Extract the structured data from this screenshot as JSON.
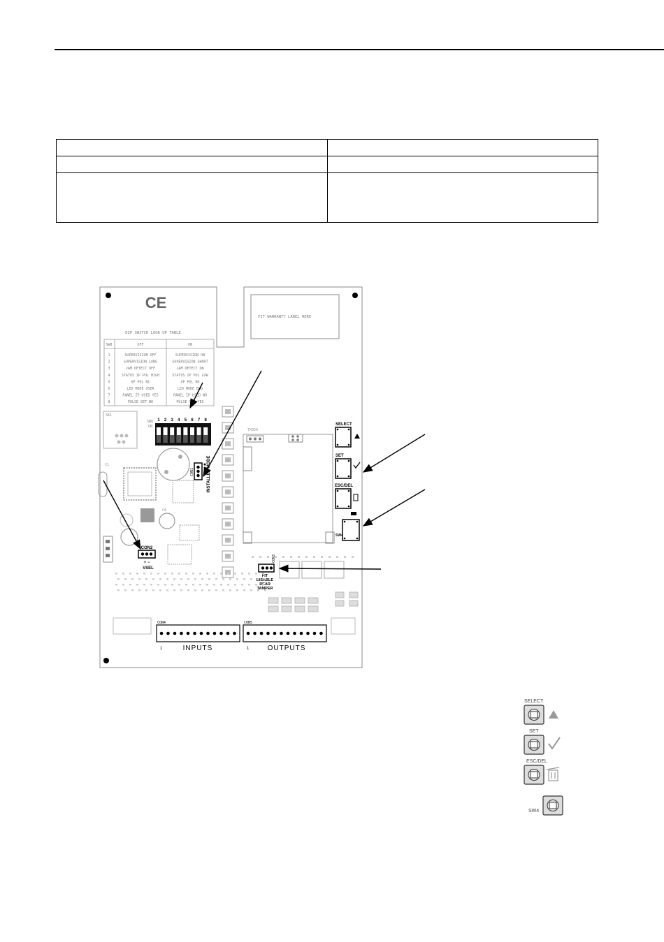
{
  "board": {
    "ce_mark": "CE",
    "warranty_label": "FIT WARRANTY LABEL HERE",
    "dip_table": {
      "title": "DIP SWITCH LOOK UP TABLE",
      "headers": [
        "SW8",
        "OFF",
        "ON"
      ],
      "rows": [
        {
          "n": "1",
          "off": "SUPERVISION OFF",
          "on": "SUPERVISION ON"
        },
        {
          "n": "2",
          "off": "SUPERVISION LONG",
          "on": "SUPERVISION SHORT"
        },
        {
          "n": "3",
          "off": "JAM DETECT OFF",
          "on": "JAM DETECT ON"
        },
        {
          "n": "4",
          "off": "STATUS IP POL HIGH",
          "on": "STATUS IP POL LOW"
        },
        {
          "n": "5",
          "off": "OP POL NC",
          "on": "OP POL NO"
        },
        {
          "n": "6",
          "off": "LED MODE USER",
          "on": "LED MODE ENG"
        },
        {
          "n": "7",
          "off": "PANEL IP USED YES",
          "on": "PANEL IP USED NO"
        },
        {
          "n": "8",
          "off": "PULSE SET NO",
          "on": "PULSE SET YES"
        }
      ]
    },
    "sw8": {
      "label": "SW8",
      "on": "ON",
      "numbers": [
        "1",
        "2",
        "3",
        "4",
        "5",
        "6",
        "7",
        "8"
      ]
    },
    "sk1": "SK1",
    "tx": "TX050",
    "con1": "CON1",
    "installer_mode": "INSTALLER MODE",
    "con2": "CON2",
    "vsel": "VSEL",
    "con3": "CON3",
    "tamper": [
      "FIT",
      "DISABLE",
      "REAR",
      "TAMPER"
    ],
    "buttons": {
      "select": "SELECT",
      "set": "SET",
      "escdel": "ESC/DEL",
      "sw4": "SW4"
    },
    "con4": "CON4",
    "con5": "CON5",
    "pin1": "1",
    "inputs": "INPUTS",
    "outputs": "OUTPUTS",
    "plus_minus": "+ −"
  },
  "legend": {
    "select": "SELECT",
    "set": "SET",
    "escdel": "ESC/DEL",
    "sw4": "SW4"
  }
}
